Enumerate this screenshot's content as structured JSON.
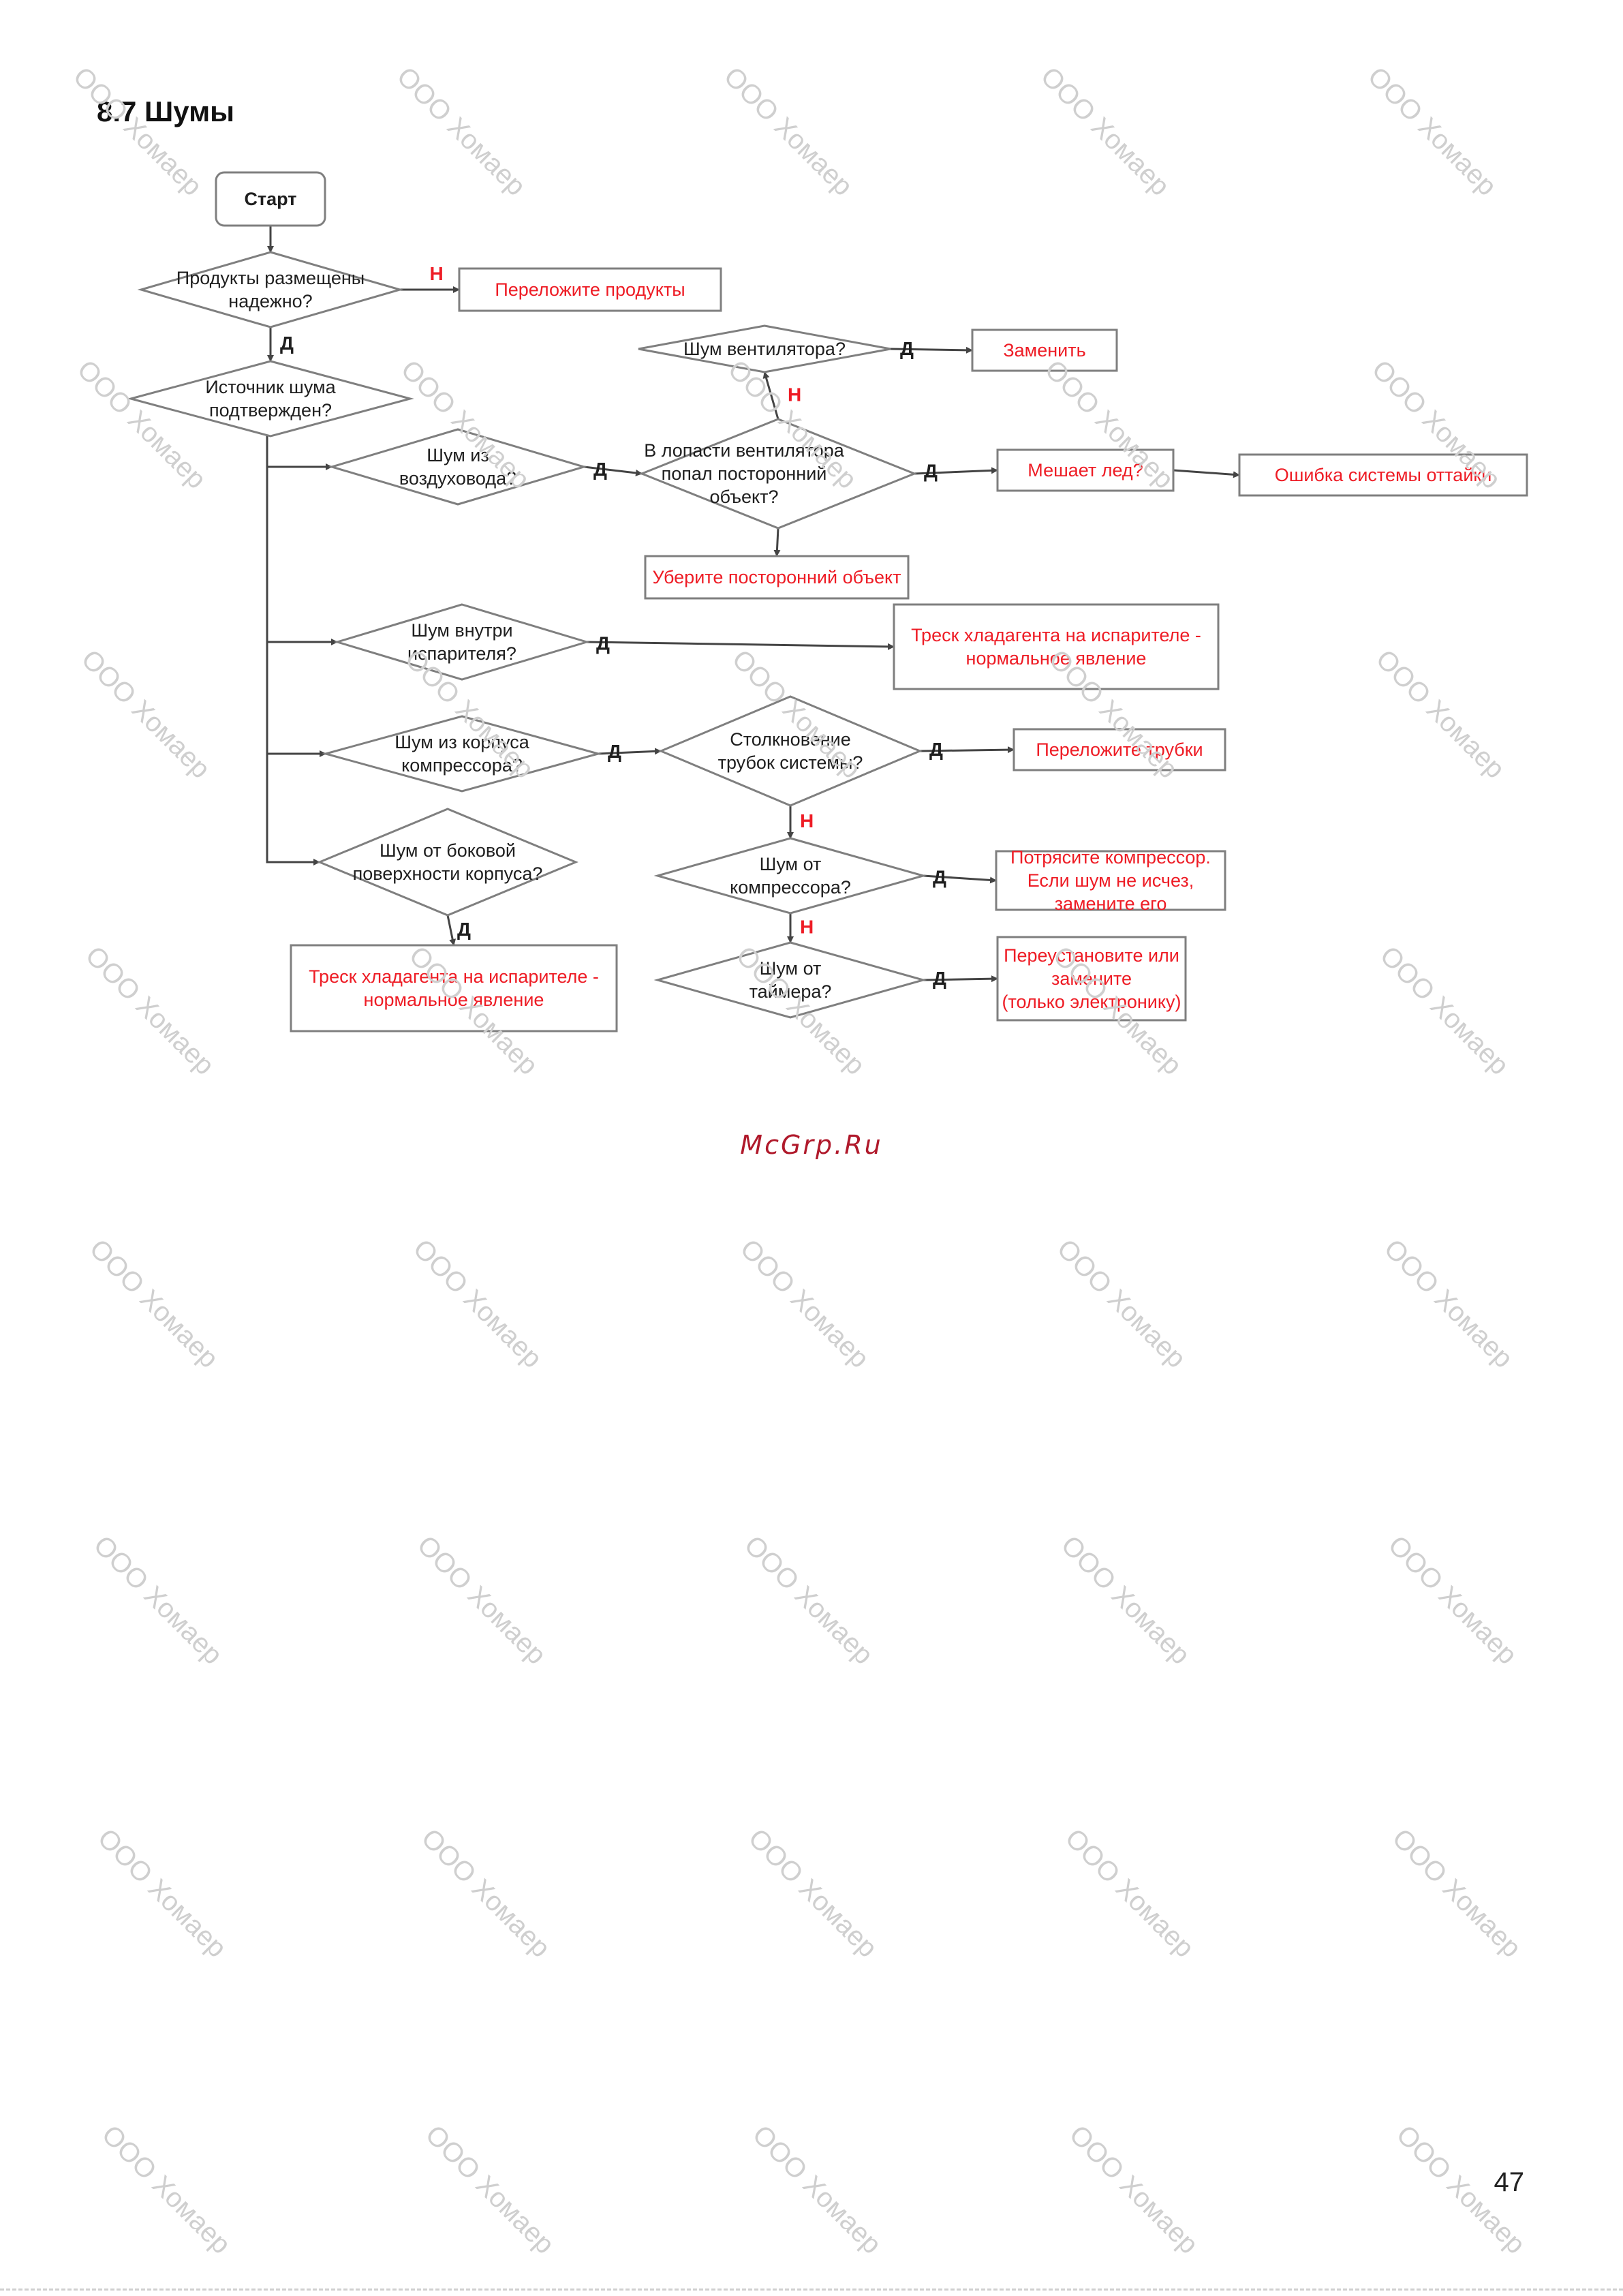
{
  "section_title": "8.7 Шумы",
  "watermark_text": "ООО Хомаер",
  "site_mark": "McGrp.Ru",
  "page_number": "47",
  "colors": {
    "question_text": "#1f1f1f",
    "action_text": "#ee1c25",
    "no_label": "#ee1c25",
    "yes_label": "#1f1f1f",
    "box_border": "#7f7f7f",
    "arrow": "#444444",
    "site_mark": "#b0192b",
    "watermark": "#cfcfcf"
  },
  "labels": {
    "yes": "Д",
    "no": "Н"
  },
  "nodes": {
    "start": {
      "lines": [
        "Старт"
      ]
    },
    "q_products": {
      "lines": [
        "Продукты размещены",
        "надежно?"
      ]
    },
    "a_rearrange_products": {
      "lines": [
        "Переложите продукты"
      ]
    },
    "q_source": {
      "lines": [
        "Источник шума",
        "подтвержден?"
      ]
    },
    "q_fan_noise": {
      "lines": [
        "Шум вентилятора?"
      ]
    },
    "a_replace": {
      "lines": [
        "Заменить"
      ]
    },
    "q_duct": {
      "lines": [
        "Шум из",
        "воздуховода?"
      ]
    },
    "q_fan_object": {
      "lines": [
        "В лопасти вентилятора",
        "попал посторонний",
        "объект?"
      ]
    },
    "a_ice": {
      "lines": [
        "Мешает лед?"
      ]
    },
    "a_defrost_error": {
      "lines": [
        "Ошибка системы оттайки"
      ]
    },
    "a_remove_object": {
      "lines": [
        "Уберите посторонний объект"
      ]
    },
    "q_evaporator": {
      "lines": [
        "Шум внутри",
        "испарителя?"
      ]
    },
    "a_refrigerant_1": {
      "lines": [
        "Треск хладагента на испарителе -",
        "нормальное явление"
      ]
    },
    "q_compressor_body": {
      "lines": [
        "Шум из корпуса",
        "компрессора?"
      ]
    },
    "q_tubes": {
      "lines": [
        "Столкновение",
        "трубок системы?"
      ]
    },
    "a_rearrange_tubes": {
      "lines": [
        "Переложите трубки"
      ]
    },
    "q_compressor": {
      "lines": [
        "Шум от",
        "компрессора?"
      ]
    },
    "a_shake_compressor": {
      "lines": [
        "Потрясите компрессор.",
        "Если шум не исчез,",
        "замените его"
      ]
    },
    "q_side_surface": {
      "lines": [
        "Шум от боковой",
        "поверхности корпуса?"
      ]
    },
    "a_refrigerant_2": {
      "lines": [
        "Треск хладагента на испарителе -",
        "нормальное явление"
      ]
    },
    "q_timer": {
      "lines": [
        "Шум от",
        "таймера?"
      ]
    },
    "a_reinstall": {
      "lines": [
        "Переустановите или",
        "замените",
        "(только электронику)"
      ]
    }
  },
  "edges": [
    {
      "from": "start",
      "to": "q_products",
      "label": ""
    },
    {
      "from": "q_products",
      "to": "a_rearrange_products",
      "label": "Н"
    },
    {
      "from": "q_products",
      "to": "q_source",
      "label": "Д"
    },
    {
      "from": "q_source",
      "to": "q_duct",
      "label": ""
    },
    {
      "from": "q_source",
      "to": "q_evaporator",
      "label": ""
    },
    {
      "from": "q_source",
      "to": "q_compressor_body",
      "label": ""
    },
    {
      "from": "q_source",
      "to": "q_side_surface",
      "label": ""
    },
    {
      "from": "q_duct",
      "to": "q_fan_object",
      "label": "Д"
    },
    {
      "from": "q_fan_object",
      "to": "q_fan_noise",
      "label": "Н"
    },
    {
      "from": "q_fan_noise",
      "to": "a_replace",
      "label": "Д"
    },
    {
      "from": "q_fan_object",
      "to": "a_ice",
      "label": "Д"
    },
    {
      "from": "a_ice",
      "to": "a_defrost_error",
      "label": ""
    },
    {
      "from": "q_fan_object",
      "to": "a_remove_object",
      "label": ""
    },
    {
      "from": "q_evaporator",
      "to": "a_refrigerant_1",
      "label": "Д"
    },
    {
      "from": "q_compressor_body",
      "to": "q_tubes",
      "label": "Д"
    },
    {
      "from": "q_tubes",
      "to": "a_rearrange_tubes",
      "label": "Д"
    },
    {
      "from": "q_tubes",
      "to": "q_compressor",
      "label": "Н"
    },
    {
      "from": "q_compressor",
      "to": "a_shake_compressor",
      "label": "Д"
    },
    {
      "from": "q_compressor",
      "to": "q_timer",
      "label": "Н"
    },
    {
      "from": "q_timer",
      "to": "a_reinstall",
      "label": "Д"
    },
    {
      "from": "q_side_surface",
      "to": "a_refrigerant_2",
      "label": "Д"
    }
  ]
}
